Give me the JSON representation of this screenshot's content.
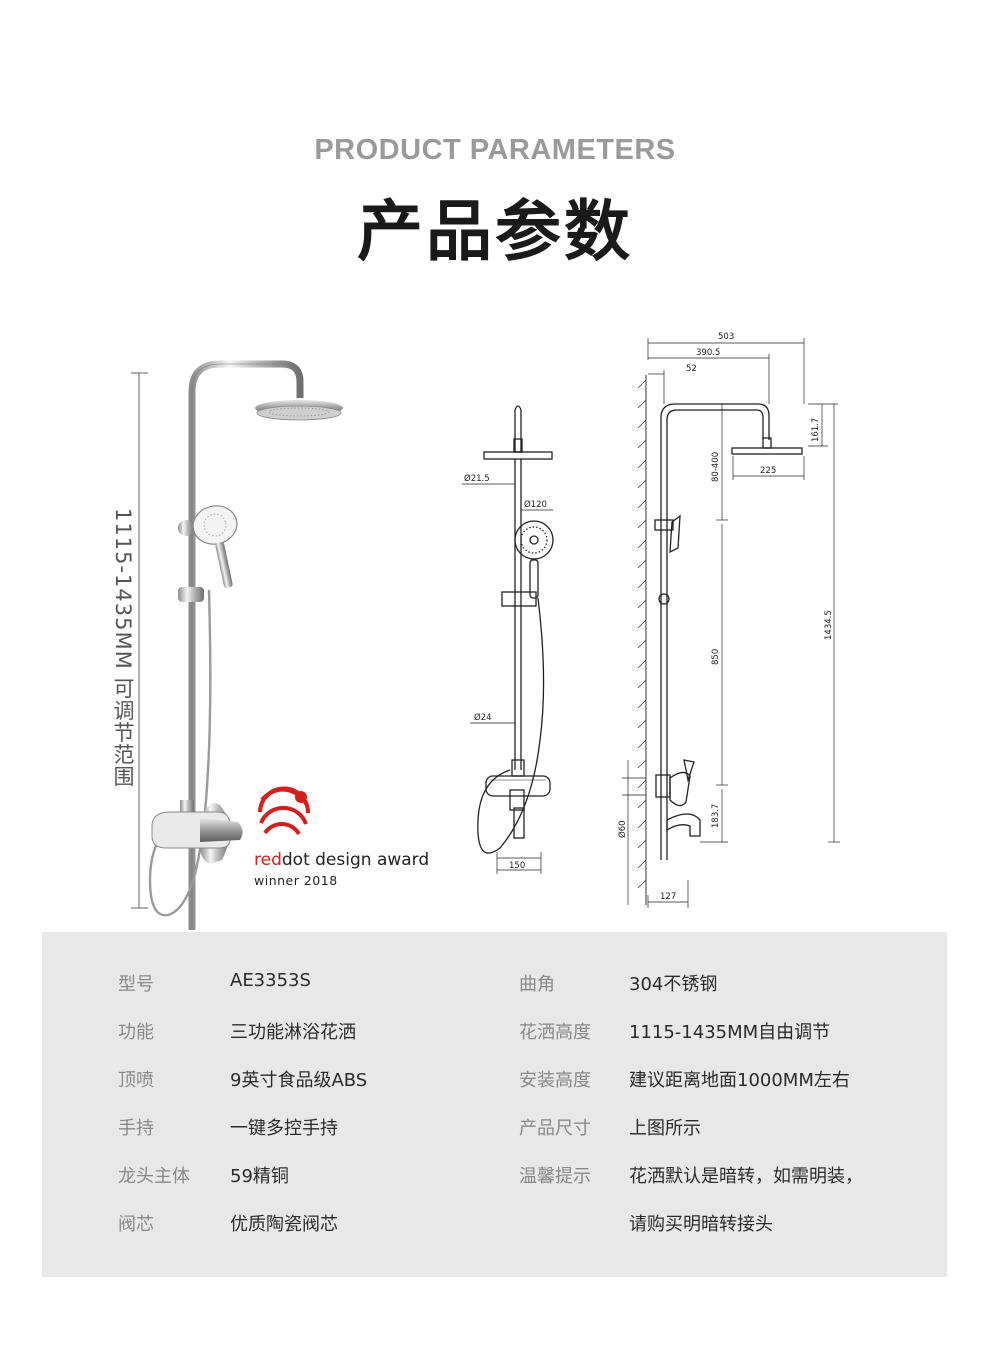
{
  "header": {
    "title_en": "PRODUCT PARAMETERS",
    "title_cn": "产品参数"
  },
  "figure": {
    "range_label": "1115-1435MM 可调节范围",
    "award": {
      "brand_red": "red",
      "brand_dot": "dot",
      "rest": " design award",
      "year_line": "winner 2018"
    },
    "front_dims": {
      "d_top": "Ø21.5",
      "d_handheld": "Ø120",
      "d_bar": "Ø24",
      "width_bottom": "150"
    },
    "side_dims": {
      "total_width": "503",
      "width_390": "390.5",
      "width_52": "52",
      "head_225": "225",
      "head_adjust": "80-400",
      "height_161": "161.7",
      "height_850": "850",
      "height_total": "1434.5",
      "height_183": "183.7",
      "d_60": "Ø60",
      "depth_127": "127"
    }
  },
  "params": [
    {
      "k1": "型号",
      "v1": "AE3353S",
      "k2": "曲角",
      "v2": "304不锈钢"
    },
    {
      "k1": "功能",
      "v1": "三功能淋浴花洒",
      "k2": "花洒高度",
      "v2": "1115-1435MM自由调节"
    },
    {
      "k1": "顶喷",
      "v1": "9英寸食品级ABS",
      "k2": "安装高度",
      "v2": "建议距离地面1000MM左右"
    },
    {
      "k1": "手持",
      "v1": "一键多控手持",
      "k2": "产品尺寸",
      "v2": "上图所示"
    },
    {
      "k1": "龙头主体",
      "v1": "59精铜",
      "k2": "温馨提示",
      "v2": "花洒默认是暗转，如需明装，"
    },
    {
      "k1": "阀芯",
      "v1": "优质陶瓷阀芯",
      "k2": "",
      "v2": "请购买明暗转接头"
    }
  ],
  "colors": {
    "panel_bg": "#e8e8e8",
    "reddot_red": "#d41f1f",
    "subtitle_gray": "#9a9a9a"
  }
}
